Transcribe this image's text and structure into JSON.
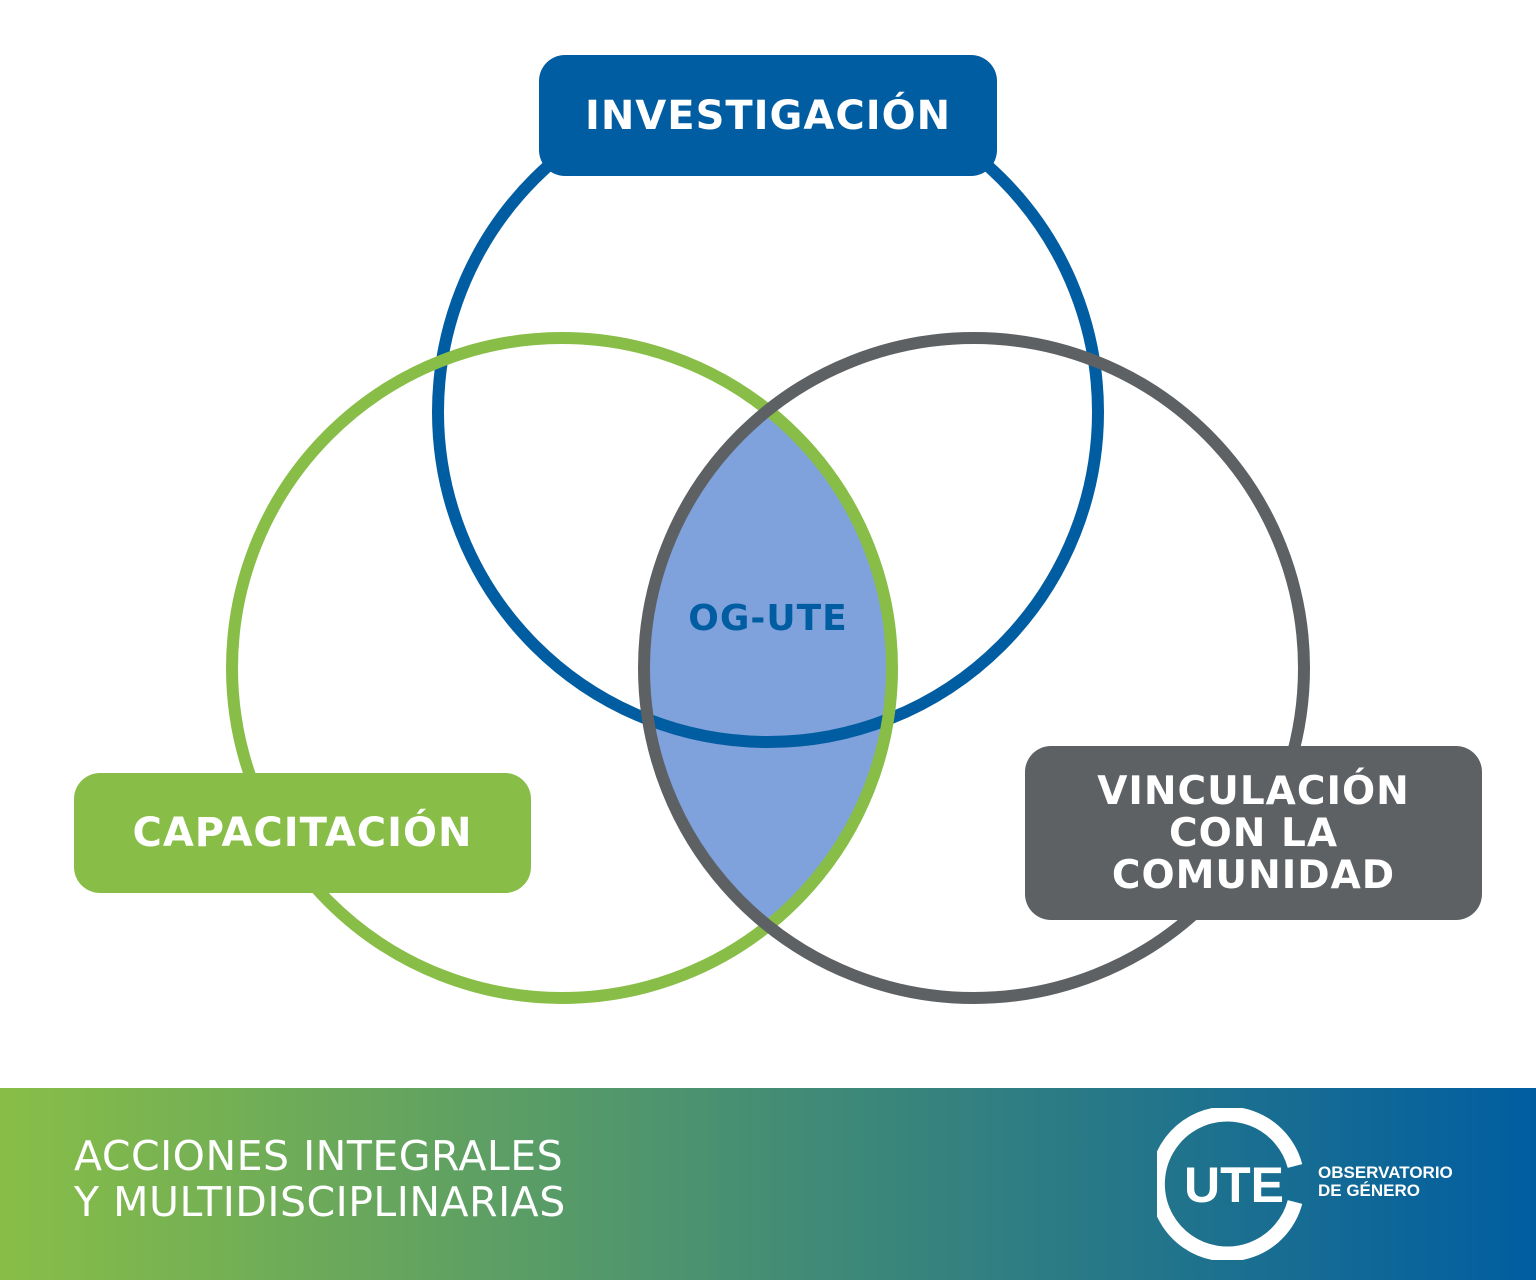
{
  "diagram": {
    "circles": [
      {
        "name": "INVESTIGACIÓN",
        "color": "#015DA1"
      },
      {
        "name": "CAPACITACIÓN",
        "color": "#88BE47"
      },
      {
        "name": "VINCULACIÓN CON LA COMUNIDAD",
        "color": "#5E6164"
      }
    ],
    "labels": {
      "investigacion": "INVESTIGACIÓN",
      "capacitacion": "CAPACITACIÓN",
      "vinculacion": "VINCULACIÓN\nCON LA\nCOMUNIDAD"
    },
    "center": {
      "label": "OG-UTE",
      "fill": "#7FA2DD",
      "text_color": "#015DA1"
    }
  },
  "footer": {
    "title": "ACCIONES INTEGRALES\nY MULTIDISCIPLINARIAS",
    "gradient": [
      "#88BE47",
      "#015DA1"
    ],
    "logo": {
      "mark": "UTE",
      "subtitle": "OBSERVATORIO\nDE GÉNERO"
    }
  }
}
